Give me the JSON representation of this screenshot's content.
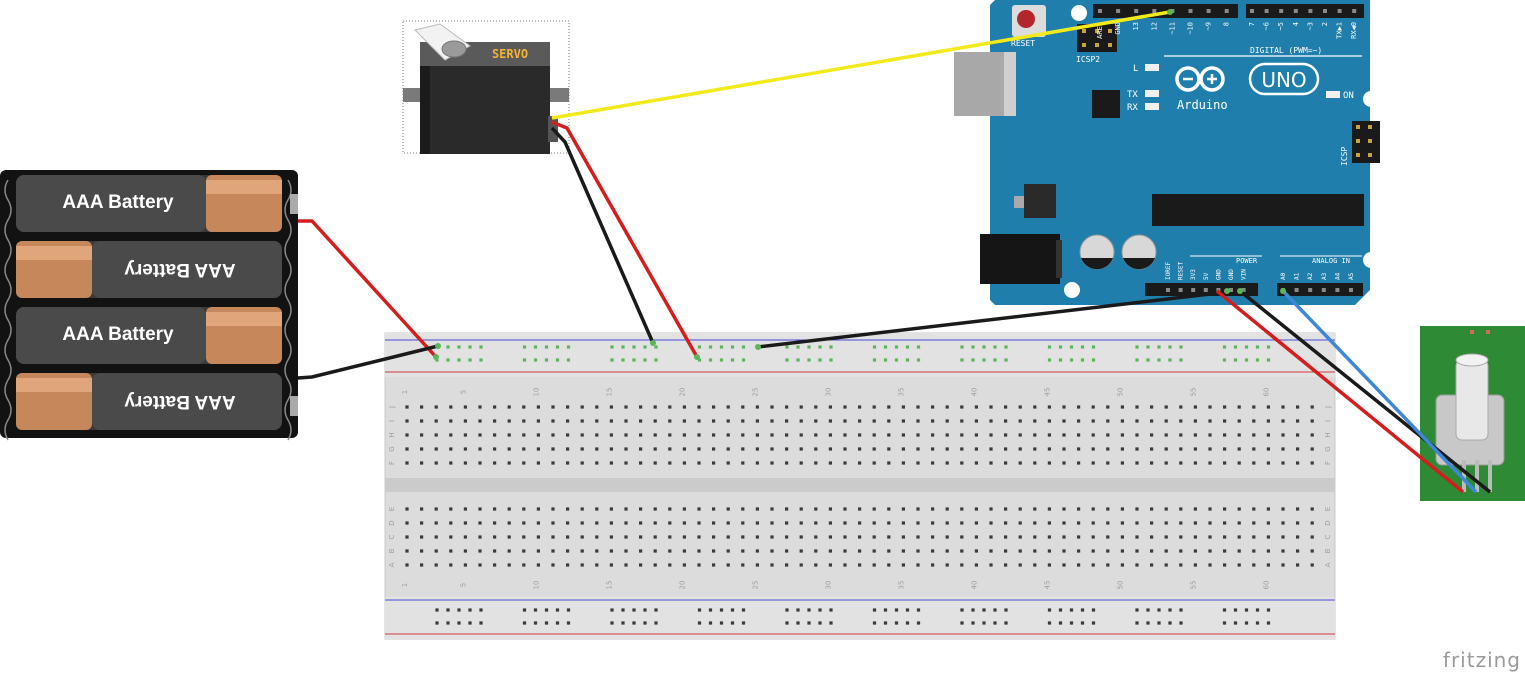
{
  "battery": {
    "label": "AAA Battery",
    "count": 4
  },
  "servo": {
    "label": "SERVO"
  },
  "arduino": {
    "reset_label": "RESET",
    "icsp2_label": "ICSP2",
    "icsp_label": "ICSP",
    "brand": "Arduino",
    "model": "UNO",
    "tx": "TX",
    "rx": "RX",
    "l": "L",
    "on": "ON",
    "digital_label": "DIGITAL (PWM=~)",
    "power_label": "POWER",
    "analog_label": "ANALOG IN",
    "digital_pins": [
      "AREF",
      "GND",
      "13",
      "12",
      "~11",
      "~10",
      "~9",
      "8",
      "7",
      "~6",
      "~5",
      "4",
      "~3",
      "2",
      "TX▶1",
      "RX◀0"
    ],
    "power_pins": [
      "IOREF",
      "RESET",
      "3V3",
      "5V",
      "GND",
      "GND",
      "VIN"
    ],
    "analog_pins": [
      "A0",
      "A1",
      "A2",
      "A3",
      "A4",
      "A5"
    ]
  },
  "breadboard": {
    "column_numbers": [
      "1",
      "5",
      "10",
      "15",
      "20",
      "25",
      "30",
      "35",
      "40",
      "45",
      "50",
      "55",
      "60"
    ],
    "row_letters_top": [
      "J",
      "I",
      "H",
      "G",
      "F"
    ],
    "row_letters_bottom": [
      "E",
      "D",
      "C",
      "B",
      "A"
    ]
  },
  "wires": {
    "yellow": "#f2ea1b",
    "red": "#d41e1e",
    "black": "#1a1a1a",
    "blue": "#3d87d6"
  },
  "watermark": "fritzing"
}
